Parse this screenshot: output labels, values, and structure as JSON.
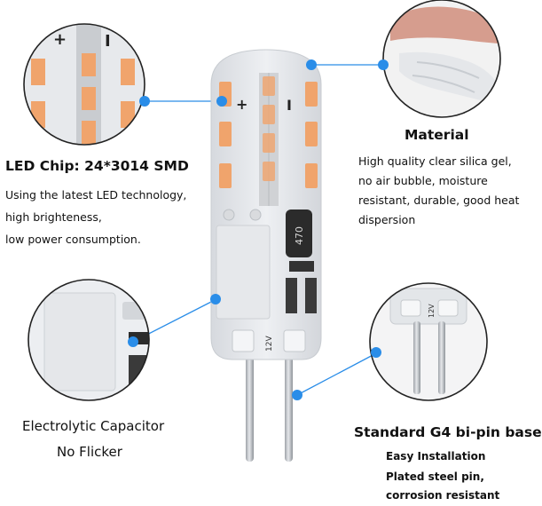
{
  "led_chip": {
    "title": "LED Chip: 24*3014 SMD",
    "lines": [
      "Using the latest LED technology,",
      "high brighteness,",
      "low power consumption."
    ]
  },
  "material": {
    "title": "Material",
    "lines": [
      "High quality clear silica gel,",
      "no air bubble, moisture",
      "resistant, durable, good heat",
      "dispersion"
    ]
  },
  "capacitor": {
    "lines": [
      "Electrolytic Capacitor",
      "No Flicker"
    ]
  },
  "base": {
    "title": "Standard G4 bi-pin base",
    "lines": [
      "Easy Installation",
      "Plated steel pin,",
      "corrosion resistant"
    ]
  },
  "bulb": {
    "capacitor_code": "470",
    "voltage_label": "12V",
    "plus_sign": "+",
    "minus_sign": "I"
  },
  "colors": {
    "callout_dot": "#2a8de8",
    "led_amber": "#f0a46c",
    "silicone": "#e4e6ea",
    "pin": "#b8bcc2"
  }
}
